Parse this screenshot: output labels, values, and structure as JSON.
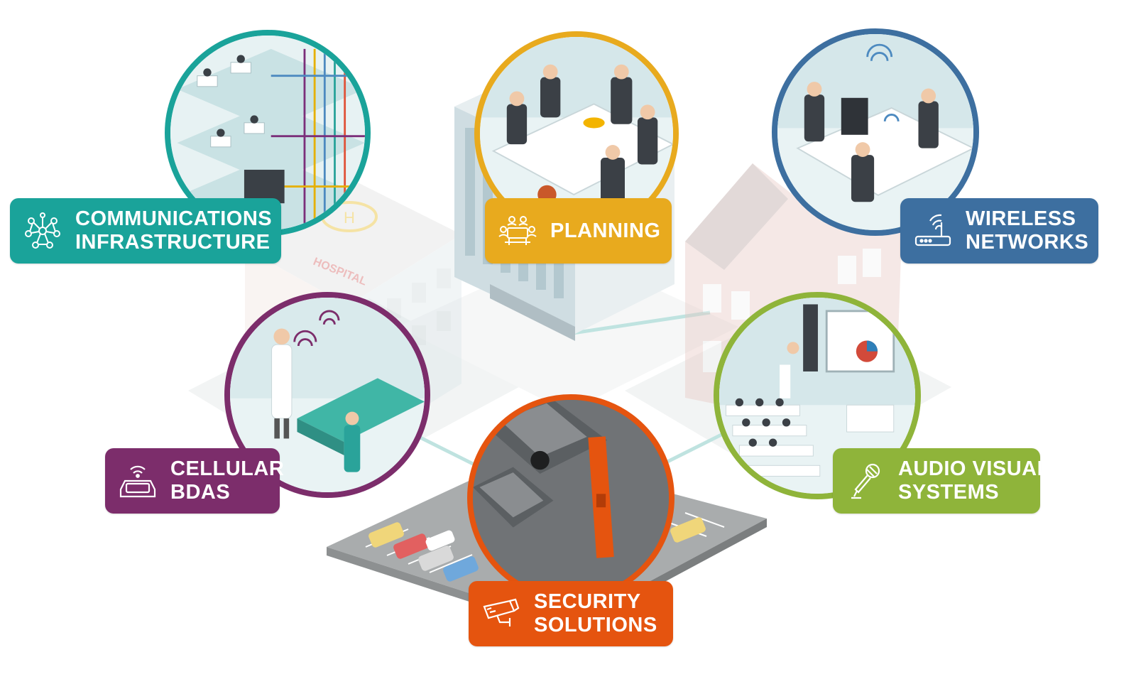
{
  "colors": {
    "communications": "#1aa39a",
    "planning": "#e8aa1e",
    "wireless": "#3d6fa0",
    "cellular": "#7c2d6b",
    "audio_visual": "#8fb43a",
    "security": "#e5540f"
  },
  "services": [
    {
      "key": "communications",
      "lines": [
        "COMMUNICATIONS",
        "INFRASTRUCTURE"
      ],
      "icon": "network-nodes-icon"
    },
    {
      "key": "planning",
      "lines": [
        "PLANNING"
      ],
      "icon": "meeting-table-icon"
    },
    {
      "key": "wireless",
      "lines": [
        "WIRELESS",
        "NETWORKS"
      ],
      "icon": "wifi-router-icon"
    },
    {
      "key": "cellular",
      "lines": [
        "CELLULAR",
        "BDAS"
      ],
      "icon": "cell-signal-tablet-icon"
    },
    {
      "key": "audio_visual",
      "lines": [
        "AUDIO VISUAL",
        "SYSTEMS"
      ],
      "icon": "microphone-icon"
    },
    {
      "key": "security",
      "lines": [
        "SECURITY",
        "SOLUTIONS"
      ],
      "icon": "security-camera-icon"
    }
  ],
  "scene": {
    "helipad_letter": "H",
    "hospital_sign": "HOSPITAL"
  }
}
